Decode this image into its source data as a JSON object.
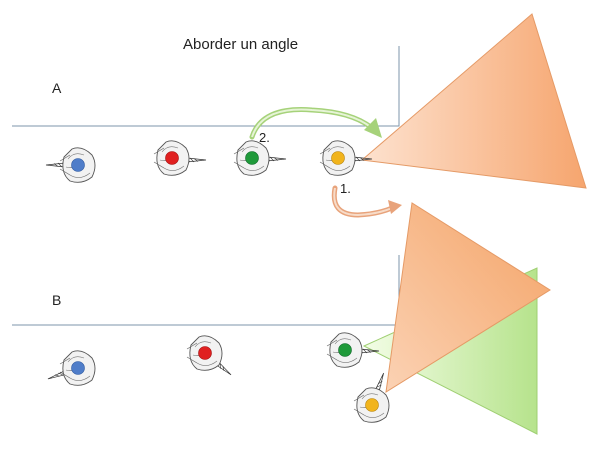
{
  "title": "Aborder un angle",
  "sections": {
    "a": "A",
    "b": "B"
  },
  "steps": {
    "one": "1.",
    "two": "2."
  },
  "colors": {
    "wall": "#7e95ab",
    "beam_orange_light": "#fde2cf",
    "beam_orange_dark": "#f6a56e",
    "beam_green_light": "#f3fde6",
    "beam_green_dark": "#b6e38c",
    "arrow_green": "#a6d27a",
    "arrow_orange": "#e8a37b",
    "player_blue": "#4f7dc9",
    "player_red": "#e02020",
    "player_green": "#1f9a3a",
    "player_yellow": "#f1b41c",
    "figure_line": "#444444"
  },
  "icons": {
    "player": "person-top-view-icon",
    "weapon": "rifle-icon",
    "beam": "field-of-view-cone"
  }
}
